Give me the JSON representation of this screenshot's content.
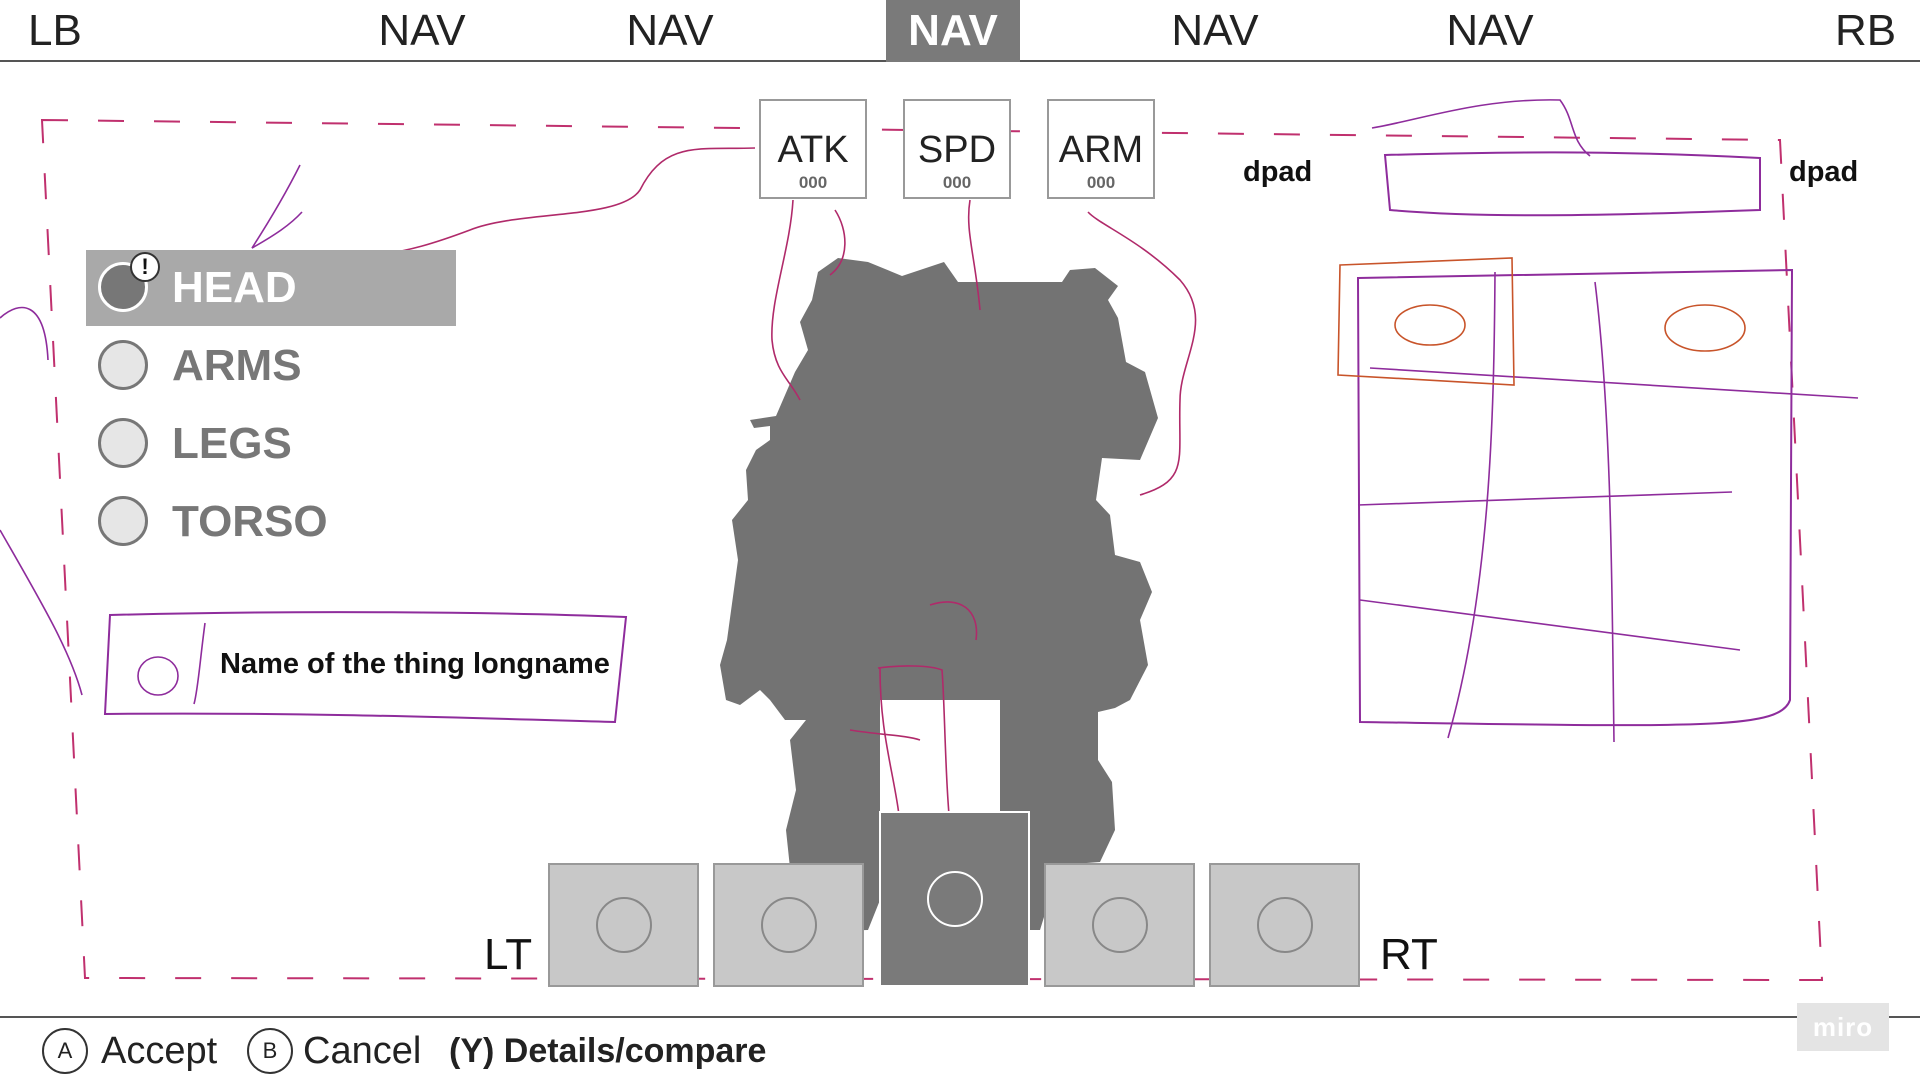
{
  "nav": {
    "left_bumper": "LB",
    "right_bumper": "RB",
    "tabs": [
      {
        "label": "NAV",
        "active": false
      },
      {
        "label": "NAV",
        "active": false
      },
      {
        "label": "NAV",
        "active": true
      },
      {
        "label": "NAV",
        "active": false
      },
      {
        "label": "NAV",
        "active": false
      }
    ]
  },
  "stats": [
    {
      "label": "ATK",
      "value": "000"
    },
    {
      "label": "SPD",
      "value": "000"
    },
    {
      "label": "ARM",
      "value": "000"
    }
  ],
  "dpad": {
    "left": "dpad",
    "right": "dpad"
  },
  "parts": [
    {
      "label": "HEAD",
      "selected": true,
      "alert": "!"
    },
    {
      "label": "ARMS",
      "selected": false
    },
    {
      "label": "LEGS",
      "selected": false
    },
    {
      "label": "TORSO",
      "selected": false
    }
  ],
  "item": {
    "name": "Name of the thing longname"
  },
  "triggers": {
    "left": "LT",
    "right": "RT"
  },
  "slots": {
    "count": 5,
    "active_index": 2
  },
  "footer": {
    "accept_key": "A",
    "accept_label": "Accept",
    "cancel_key": "B",
    "cancel_label": "Cancel",
    "details_label": "(Y) Details/compare"
  },
  "watermark": "miro",
  "colors": {
    "sketch_purple": "#8e2c9c",
    "sketch_magenta": "#b02a6a",
    "sketch_orange": "#c8542a",
    "dash_magenta": "#c0306e",
    "silhouette": "#737373",
    "active_tab": "#7a7a7a"
  }
}
